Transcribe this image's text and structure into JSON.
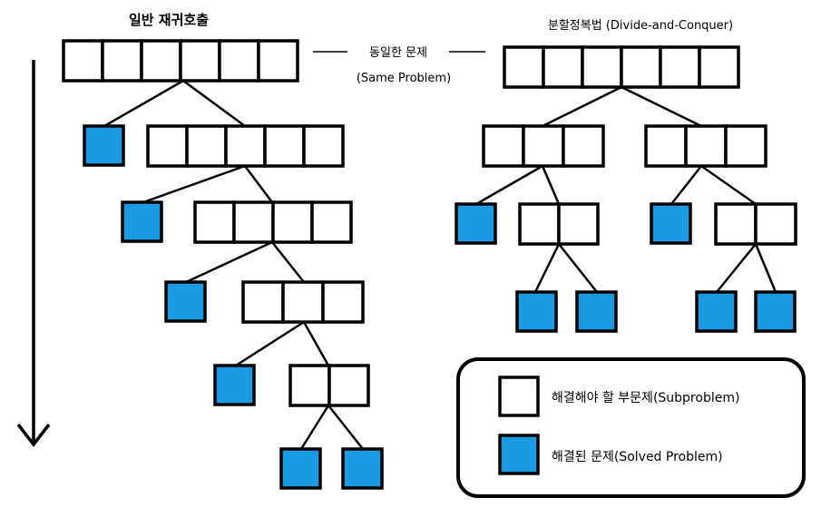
{
  "left_title": "일반 재귀호출",
  "right_title": "분할정복법 (Divide-and-Conquer)",
  "same_problem": {
    "label_ko": "동일한 문제",
    "label_en": "(Same Problem)"
  },
  "legend": {
    "unsolved_label": "해결해야 할 부문제(Subproblem)",
    "solved_label": "해결된 문제(Solved Problem)"
  },
  "colors": {
    "solved_fill": "#1a9ae0",
    "unsolved_fill": "#ffffff",
    "stroke": "#000000"
  }
}
